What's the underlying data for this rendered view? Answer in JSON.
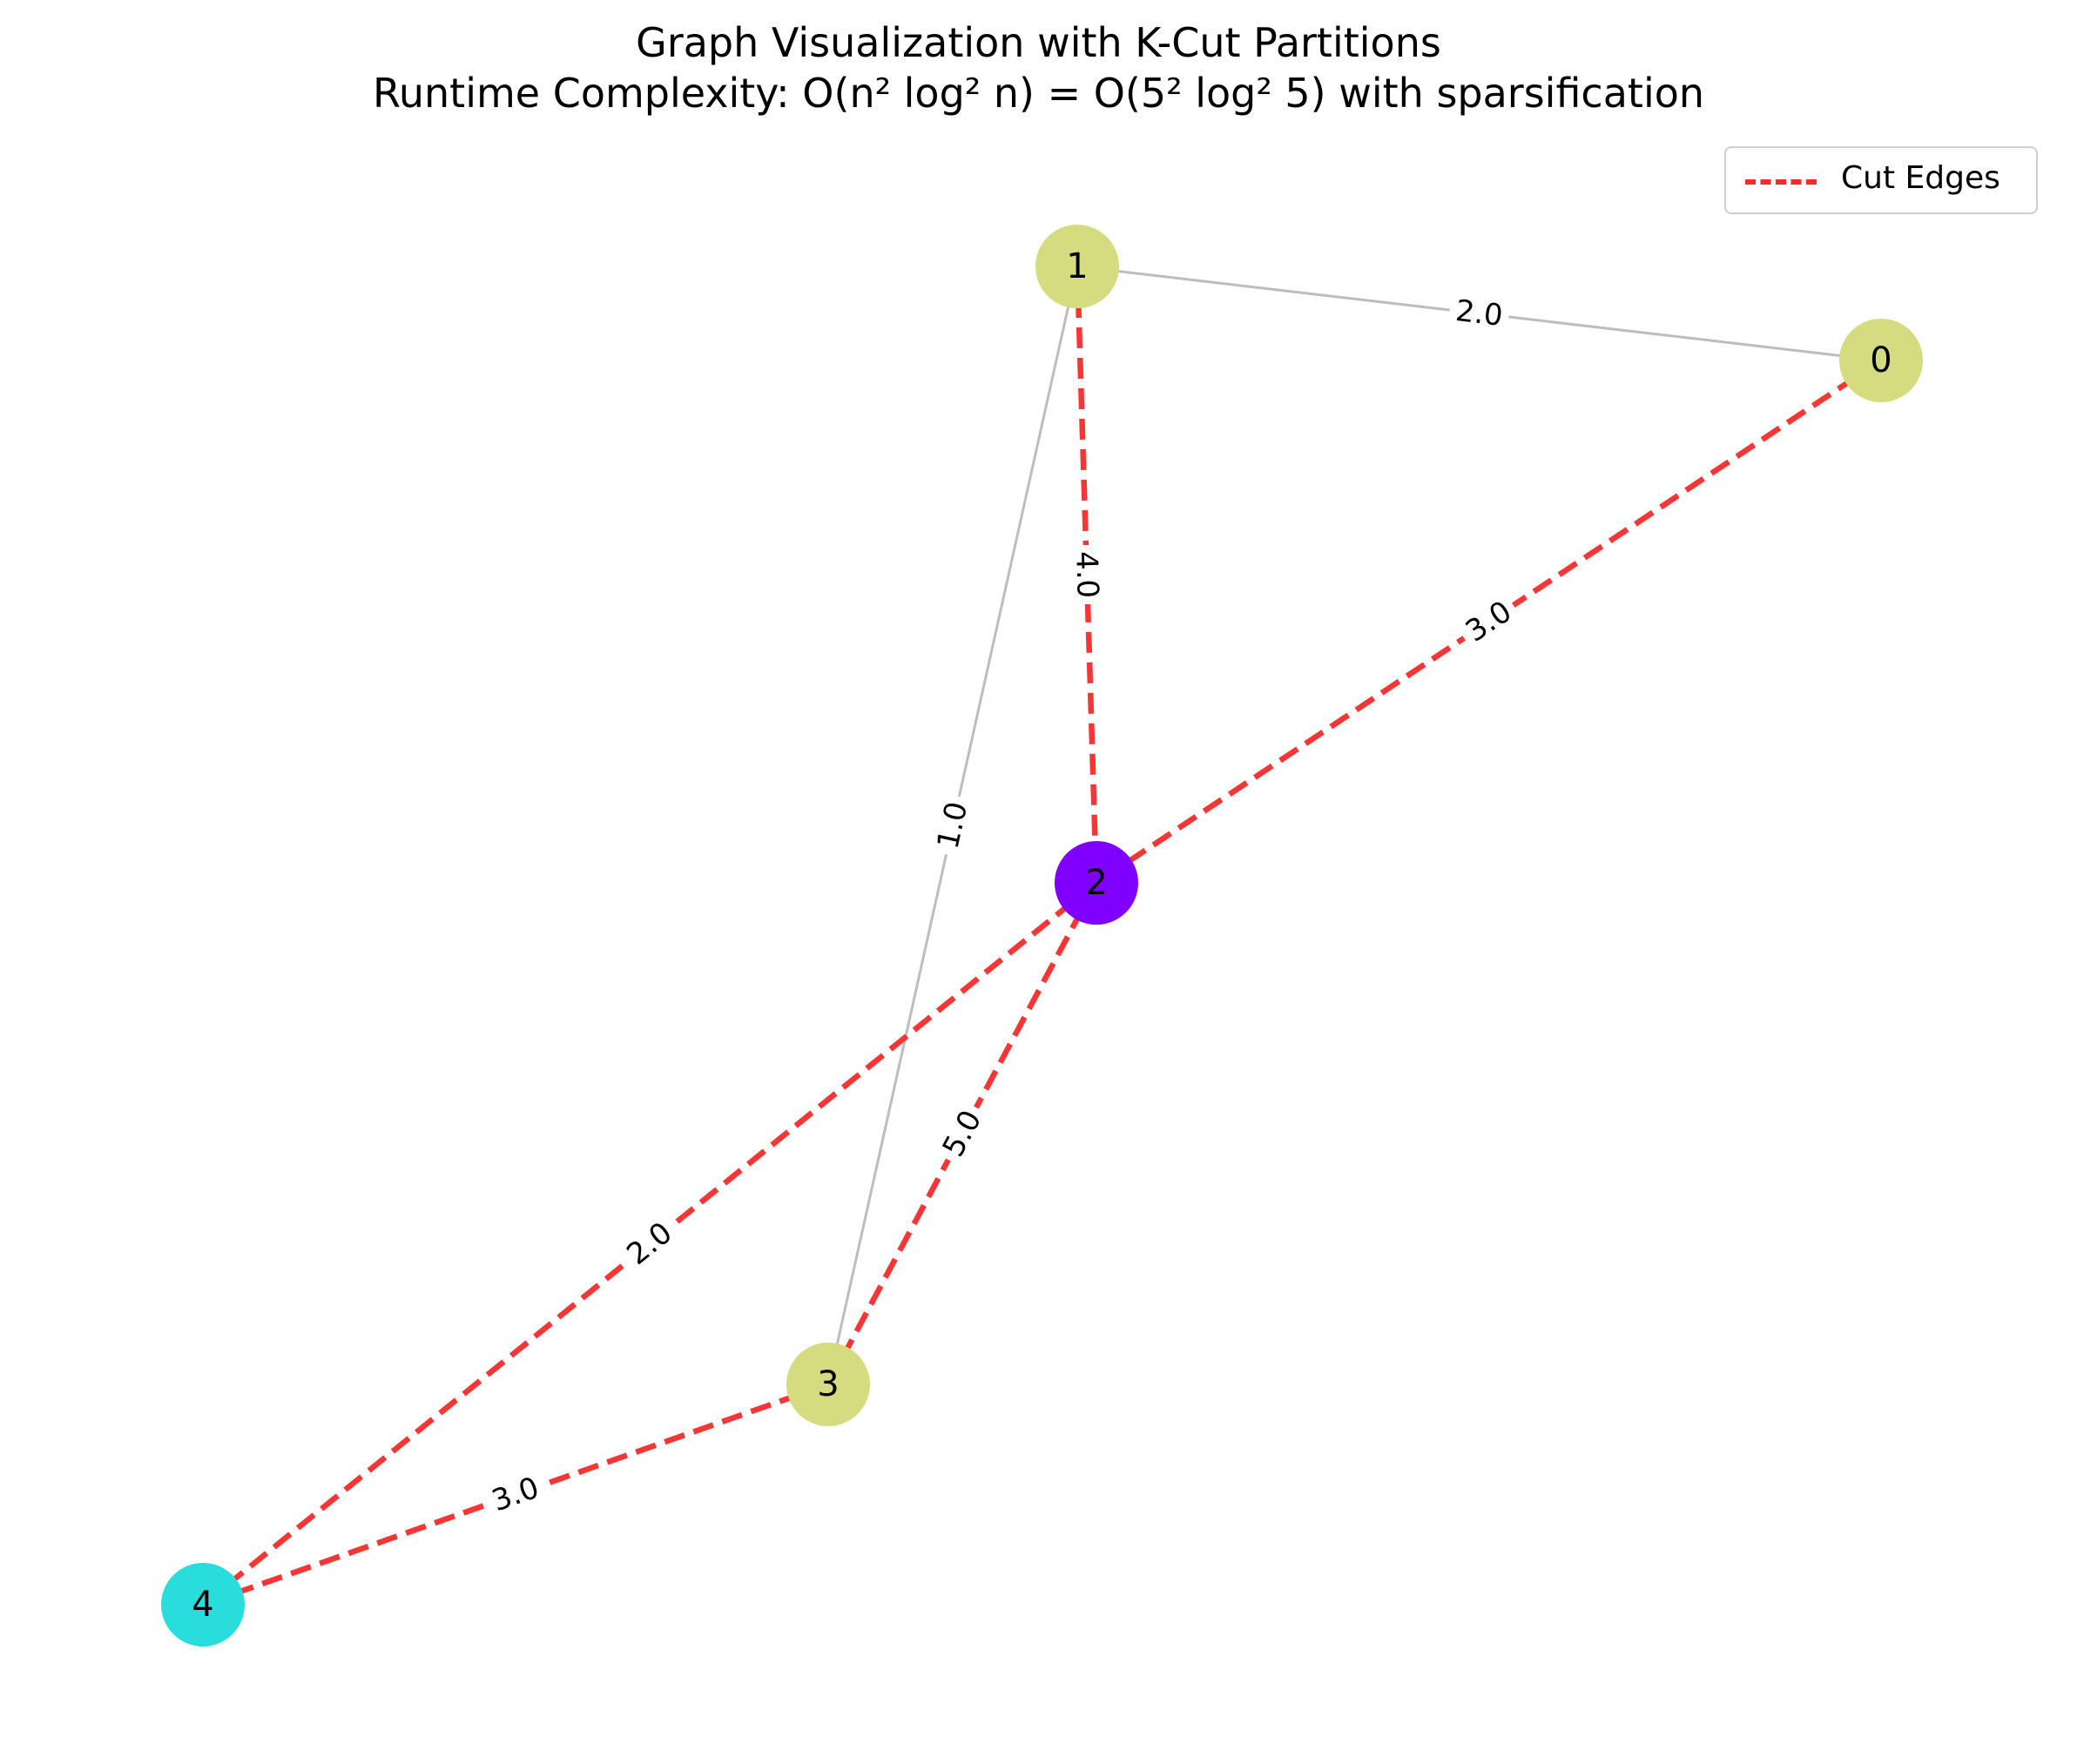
{
  "title": {
    "line1": "Graph Visualization with K-Cut Partitions",
    "line2": "Runtime Complexity: O(n² log² n) = O(5² log² 5) with sparsification"
  },
  "legend": {
    "cut_edges_label": "Cut Edges"
  },
  "colors": {
    "cut_edge": "#f52a2a",
    "normal_edge": "#bdbdbd",
    "partition_yellow": "#d4dc7f",
    "partition_purple": "#7f00ff",
    "partition_cyan": "#2adddd"
  },
  "graph": {
    "nodes": [
      {
        "id": "0",
        "label": "0",
        "partition_color": "#d4dc7f"
      },
      {
        "id": "1",
        "label": "1",
        "partition_color": "#d4dc7f"
      },
      {
        "id": "2",
        "label": "2",
        "partition_color": "#7f00ff"
      },
      {
        "id": "3",
        "label": "3",
        "partition_color": "#d4dc7f"
      },
      {
        "id": "4",
        "label": "4",
        "partition_color": "#2adddd"
      }
    ],
    "edges": [
      {
        "source": "1",
        "target": "0",
        "weight": "2.0",
        "cut": false
      },
      {
        "source": "1",
        "target": "2",
        "weight": "4.0",
        "cut": true
      },
      {
        "source": "1",
        "target": "3",
        "weight": "1.0",
        "cut": false
      },
      {
        "source": "0",
        "target": "2",
        "weight": "3.0",
        "cut": true
      },
      {
        "source": "2",
        "target": "4",
        "weight": "2.0",
        "cut": true
      },
      {
        "source": "2",
        "target": "3",
        "weight": "5.0",
        "cut": true
      },
      {
        "source": "3",
        "target": "4",
        "weight": "3.0",
        "cut": true
      }
    ]
  }
}
